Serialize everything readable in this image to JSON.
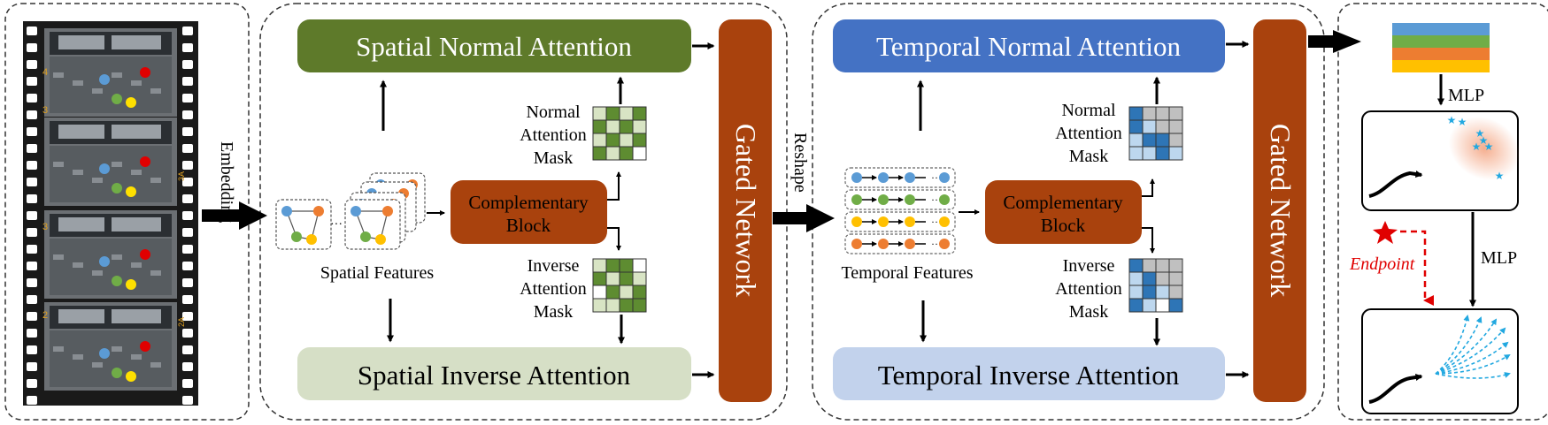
{
  "colors": {
    "spatial_normal": "#5e7a2a",
    "spatial_inverse": "#d6dfc6",
    "temporal_normal": "#4472c4",
    "temporal_inverse": "#c2d2ec",
    "block": "#a9420d",
    "node_blue": "#5b9bd5",
    "node_green": "#70ad47",
    "node_yellow": "#ffc000",
    "node_orange": "#ed7d31",
    "endpoint_red": "#e00000",
    "traj_cyan": "#22a8e0",
    "dist_orange": "#f4a582",
    "mask_green_dark": "#5e8c31",
    "mask_green_light": "#d8e4c4",
    "mask_blue_dark": "#2e75b6",
    "mask_blue_light": "#bdd7ee",
    "mask_gray": "#c0c0c0"
  },
  "labels": {
    "embedding": "Embedding",
    "reshape": "Reshape",
    "spatial_normal": "Spatial Normal Attention",
    "spatial_inverse": "Spatial Inverse Attention",
    "temporal_normal": "Temporal Normal Attention",
    "temporal_inverse": "Temporal Inverse Attention",
    "complementary_block_line1": "Complementary",
    "complementary_block_line2": "Block",
    "gated_network": "Gated Network",
    "spatial_features": "Spatial Features",
    "temporal_features": "Temporal Features",
    "normal_mask": [
      "Normal",
      "Attention",
      "Mask"
    ],
    "inverse_mask": [
      "Inverse",
      "Attention",
      "Mask"
    ],
    "mlp_top": "MLP",
    "mlp_right": "MLP",
    "endpoint": "Endpoint",
    "ellipsis": "···",
    "frame_numbers": [
      "4",
      "3",
      "3",
      "2"
    ],
    "frame_marks": [
      "3A",
      "2A"
    ]
  },
  "icons": {
    "film_strip": "film-strip-icon",
    "endpoint_star": "star-icon"
  }
}
